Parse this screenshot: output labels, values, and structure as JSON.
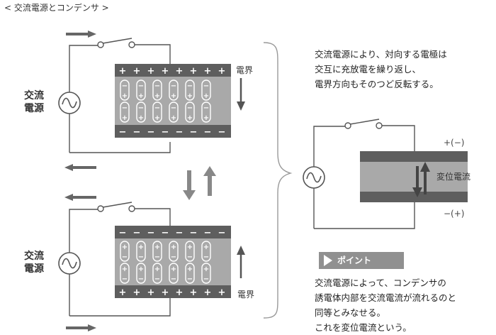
{
  "title": "< 交流電源とコンデンサ >",
  "source_label_line1": "交流",
  "source_label_line2": "電源",
  "field_label": "電界",
  "description_lines": [
    "交流電源により、対向する電極は",
    "交互に充放電を繰り返し、",
    "電界方向もそのつど反転する。"
  ],
  "top_polarity": "+(−)",
  "bottom_polarity": "−(+)",
  "displacement_current_label": "変位電流",
  "point_badge": "ポイント",
  "point_lines": [
    "交流電源によって、コンデンサの",
    "誘電体内部を交流電流が流れるのと",
    "同等とみなせる。",
    "これを変位電流という。"
  ],
  "colors": {
    "plate_dark": "#5e5e5e",
    "dielectric": "#a9a9a9",
    "arrow": "#555555",
    "badge": "#909090"
  }
}
